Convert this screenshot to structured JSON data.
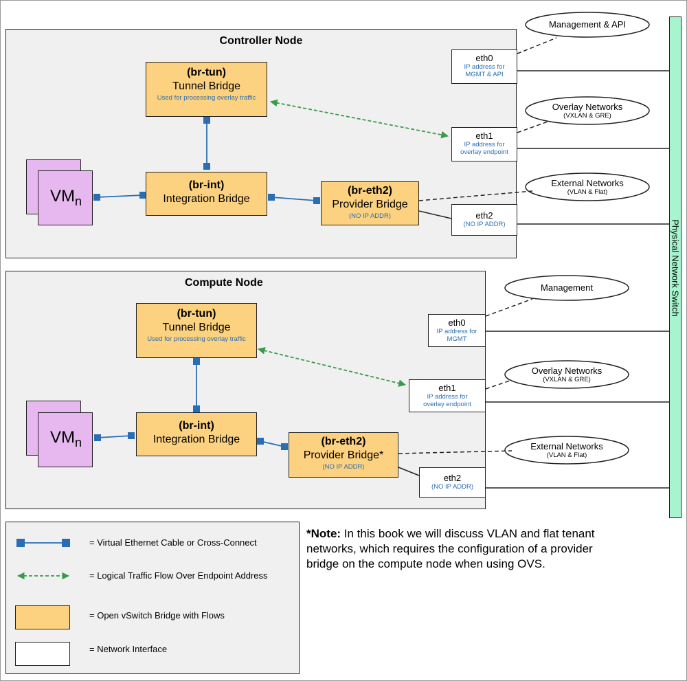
{
  "switch_label": "Physical Network Switch",
  "controller": {
    "title": "Controller Node",
    "br_tun": {
      "tag": "(br-tun)",
      "name": "Tunnel Bridge",
      "sub": "Used for processing overlay traffic"
    },
    "br_int": {
      "tag": "(br-int)",
      "name": "Integration Bridge"
    },
    "br_eth2": {
      "tag": "(br-eth2)",
      "name": "Provider Bridge",
      "sub": "(NO IP ADDR)"
    },
    "vm": {
      "label": "VM",
      "sub": "n"
    },
    "eth0": {
      "name": "eth0",
      "ip": "IP address for MGMT & API"
    },
    "eth1": {
      "name": "eth1",
      "ip": "IP address for overlay endpoint"
    },
    "eth2": {
      "name": "eth2",
      "ip": "(NO IP ADDR)"
    },
    "clouds": [
      {
        "title": "Management & API",
        "sub": ""
      },
      {
        "title": "Overlay Networks",
        "sub": "(VXLAN & GRE)"
      },
      {
        "title": "External Networks",
        "sub": "(VLAN & Flat)"
      }
    ]
  },
  "compute": {
    "title": "Compute Node",
    "br_tun": {
      "tag": "(br-tun)",
      "name": "Tunnel Bridge",
      "sub": "Used for processing overlay traffic"
    },
    "br_int": {
      "tag": "(br-int)",
      "name": "Integration Bridge"
    },
    "br_eth2": {
      "tag": "(br-eth2)",
      "name": "Provider Bridge*",
      "sub": "(NO IP ADDR)"
    },
    "vm": {
      "label": "VM",
      "sub": "n"
    },
    "eth0": {
      "name": "eth0",
      "ip": "IP address for MGMT"
    },
    "eth1": {
      "name": "eth1",
      "ip": "IP address for overlay endpoint"
    },
    "eth2": {
      "name": "eth2",
      "ip": "(NO IP ADDR)"
    },
    "clouds": [
      {
        "title": "Management",
        "sub": ""
      },
      {
        "title": "Overlay Networks",
        "sub": "(VXLAN & GRE)"
      },
      {
        "title": "External Networks",
        "sub": "(VLAN & Flat)"
      }
    ]
  },
  "legend": {
    "veth": "= Virtual Ethernet Cable or Cross-Connect",
    "logical": "= Logical Traffic Flow Over Endpoint Address",
    "bridge": "= Open vSwitch Bridge with Flows",
    "nic": "= Network Interface"
  },
  "note": {
    "bold": "*Note:",
    "text": " In this book we will discuss VLAN and flat tenant networks, which requires the configuration of a provider bridge on the compute node when using OVS."
  },
  "colors": {
    "bridge": "#fcd17f",
    "vm": "#e7b8ef",
    "switch": "#a7f4cf",
    "veth": "#2a6db4",
    "logical": "#3a9a4a",
    "panel": "#f0f0f0"
  }
}
